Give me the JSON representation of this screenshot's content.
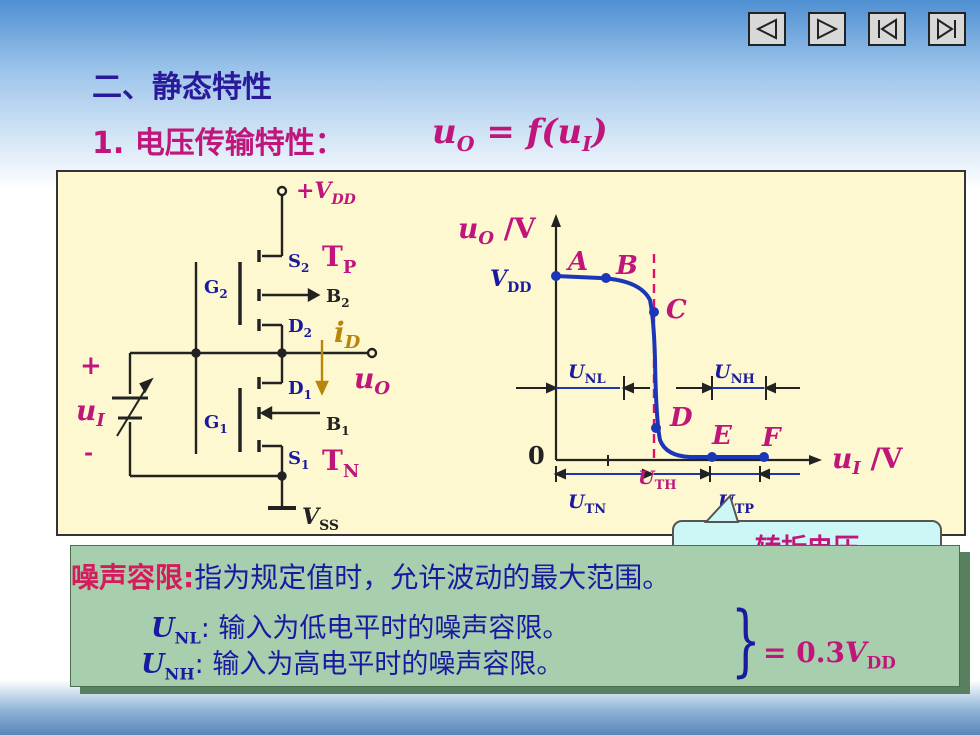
{
  "nav": {
    "buttons": [
      "prev-icon",
      "next-icon",
      "first-icon",
      "last-icon"
    ]
  },
  "heading": "二、静态特性",
  "subheading": "1. 电压传输特性：",
  "formula": {
    "lhs": "u",
    "lhs_sub": "O",
    "eq": " = f(",
    "arg": "u",
    "arg_sub": "I",
    "close": ")"
  },
  "circuit": {
    "vdd": "+V",
    "vdd_sub": "DD",
    "vss": "V",
    "vss_sub": "SS",
    "tp": "T",
    "tp_sub": "P",
    "tn": "T",
    "tn_sub": "N",
    "s2": "S",
    "s2_sub": "2",
    "b2": "B",
    "b2_sub": "2",
    "d2": "D",
    "d2_sub": "2",
    "d1": "D",
    "d1_sub": "1",
    "b1": "B",
    "b1_sub": "1",
    "s1": "S",
    "s1_sub": "1",
    "g2": "G",
    "g2_sub": "2",
    "g1": "G",
    "g1_sub": "1",
    "id": "i",
    "id_sub": "D",
    "uo": "u",
    "uo_sub": "O",
    "ui": "u",
    "ui_sub": "I",
    "plus": "+",
    "minus": "-"
  },
  "graph": {
    "yaxis": "u",
    "yaxis_sub": "O",
    "yaxis_unit": " /V",
    "xaxis": "u",
    "xaxis_sub": "I",
    "xaxis_unit": " /V",
    "vdd": "V",
    "vdd_sub": "DD",
    "zero": "0",
    "points": [
      "A",
      "B",
      "C",
      "D",
      "E",
      "F"
    ],
    "unl": "U",
    "unl_sub": "NL",
    "unh": "U",
    "unh_sub": "NH",
    "uth": "U",
    "uth_sub": "TH",
    "utn": "U",
    "utn_sub": "TN",
    "utp": "U",
    "utp_sub": "TP",
    "curve_color": "#1c36b8",
    "dashed_color": "#e0106a"
  },
  "callout": "转折电压",
  "notes": {
    "line1_key": "噪声容限:",
    "line1_val": "指为规定值时，允许波动的最大范围。",
    "line2_sym": "U",
    "line2_sub": "NL",
    "line2_text": ": 输入为低电平时的噪声容限。",
    "line3_sym": "U",
    "line3_sub": "NH",
    "line3_text": ": 输入为高电平时的噪声容限。",
    "result": "= 0.3",
    "result_v": "V",
    "result_sub": "DD"
  }
}
